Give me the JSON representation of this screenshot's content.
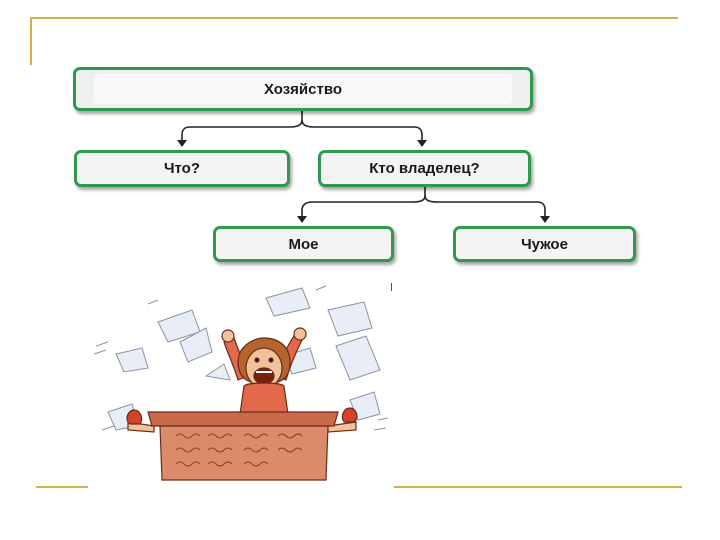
{
  "diagram": {
    "root": {
      "label": "Хозяйство"
    },
    "level1": [
      {
        "label": "Что?"
      },
      {
        "label": "Кто владелец?"
      }
    ],
    "level2": [
      {
        "label": "Мое"
      },
      {
        "label": "Чужое"
      }
    ]
  },
  "colors": {
    "box_border": "#2f9a4e",
    "box_fill": "#f3f4f3",
    "frame_line": "#d4b24a",
    "arrow": "#222222"
  },
  "illustration": {
    "icon": "cheering-person-at-desk-with-flying-papers-icon"
  }
}
